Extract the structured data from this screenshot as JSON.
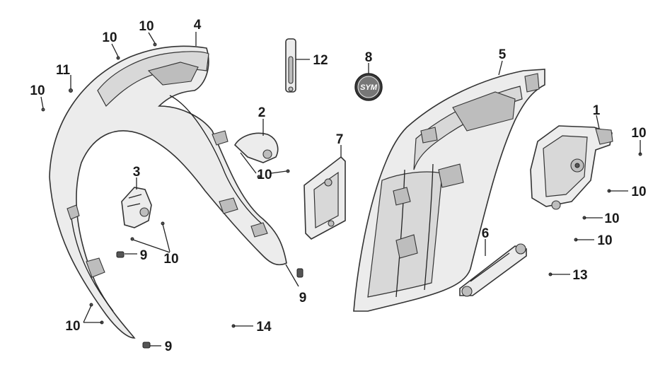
{
  "diagram": {
    "callouts": [
      {
        "id": "c1",
        "label": "1"
      },
      {
        "id": "c2",
        "label": "2"
      },
      {
        "id": "c3",
        "label": "3"
      },
      {
        "id": "c4",
        "label": "4"
      },
      {
        "id": "c5",
        "label": "5"
      },
      {
        "id": "c6",
        "label": "6"
      },
      {
        "id": "c7",
        "label": "7"
      },
      {
        "id": "c8",
        "label": "8"
      },
      {
        "id": "c9a",
        "label": "9"
      },
      {
        "id": "c9b",
        "label": "9"
      },
      {
        "id": "c9c",
        "label": "9"
      },
      {
        "id": "c10a",
        "label": "10"
      },
      {
        "id": "c10b",
        "label": "10"
      },
      {
        "id": "c10c",
        "label": "10"
      },
      {
        "id": "c10d",
        "label": "10"
      },
      {
        "id": "c10e",
        "label": "10"
      },
      {
        "id": "c10f",
        "label": "10"
      },
      {
        "id": "c10g",
        "label": "10"
      },
      {
        "id": "c10h",
        "label": "10"
      },
      {
        "id": "c10i",
        "label": "10"
      },
      {
        "id": "c10j",
        "label": "10"
      },
      {
        "id": "c11",
        "label": "11"
      },
      {
        "id": "c12",
        "label": "12"
      },
      {
        "id": "c13",
        "label": "13"
      },
      {
        "id": "c14",
        "label": "14"
      }
    ],
    "logo_text": "SYM"
  }
}
